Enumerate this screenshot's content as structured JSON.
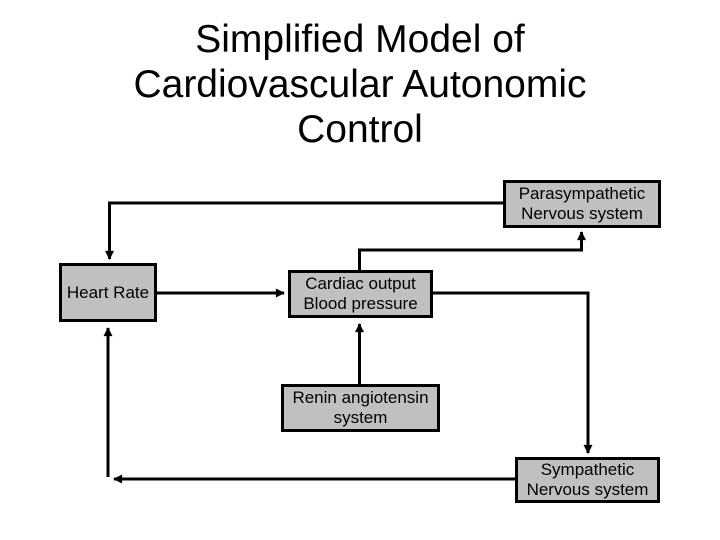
{
  "slide": {
    "title": "Simplified Model of\nCardiovascular Autonomic\nControl",
    "background_color": "#ffffff"
  },
  "colors": {
    "node_fill": "#c0c0c0",
    "node_border": "#000000",
    "connector": "#000000",
    "text": "#000000"
  },
  "nodes": {
    "parasympathetic": {
      "label": "Parasympathetic\nNervous system"
    },
    "heart_rate": {
      "label": "Heart Rate"
    },
    "cardiac_output": {
      "label": "Cardiac output\nBlood pressure"
    },
    "renin": {
      "label": "Renin angiotensin\nsystem"
    },
    "sympathetic": {
      "label": "Sympathetic\nNervous system"
    }
  },
  "edges": [
    {
      "from": "parasympathetic",
      "to": "heart_rate",
      "arrow": "down-into-heart-rate-top"
    },
    {
      "from": "heart_rate",
      "to": "cardiac_output",
      "arrow": "right-into-cardiac-left"
    },
    {
      "from": "cardiac_output",
      "to": "parasympathetic",
      "arrow": "up-into-parasympathetic-bottom"
    },
    {
      "from": "cardiac_output",
      "to": "sympathetic",
      "arrow": "down-into-sympathetic-top"
    },
    {
      "from": "renin",
      "to": "cardiac_output",
      "arrow": "up-into-cardiac-bottom"
    },
    {
      "from": "sympathetic",
      "to": "heart_rate",
      "arrow": "left-then-up-into-heart-rate-bottom"
    }
  ]
}
